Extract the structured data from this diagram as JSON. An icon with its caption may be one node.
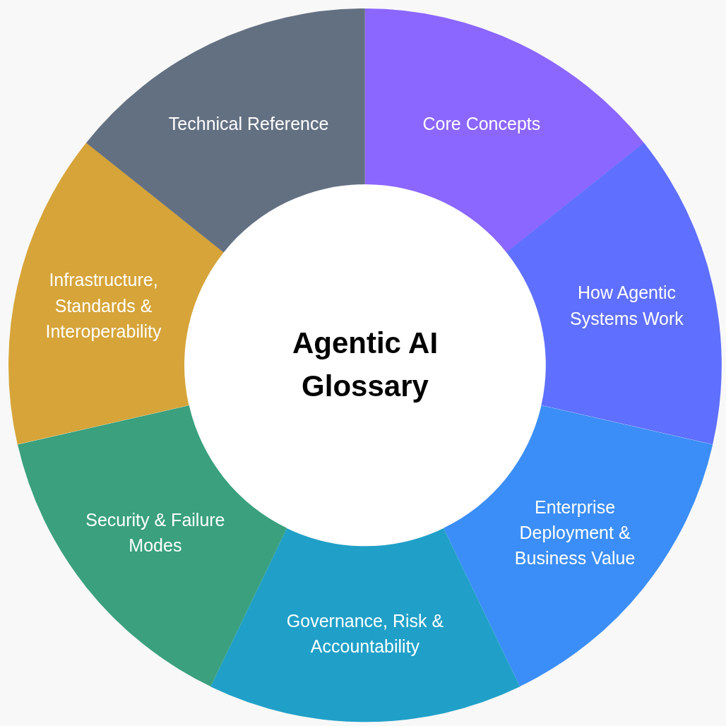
{
  "diagram": {
    "nodes": [
      {
        "text": [
          "Agentic AI Glossary"
        ]
      },
      {
        "text": [
          "Core Concepts"
        ]
      },
      {
        "text": [
          "How Agentic Systems Work"
        ]
      },
      {
        "text": [
          "Enterprise Deployment & Business Value"
        ]
      },
      {
        "text": [
          "Governance, Risk & Accountability"
        ]
      },
      {
        "text": [
          "Security & Failure Modes"
        ]
      },
      {
        "text": [
          "Infrastructure, Standards & Interoperability"
        ]
      },
      {
        "text": [
          "Technical Reference"
        ]
      }
    ],
    "edges": []
  }
}
